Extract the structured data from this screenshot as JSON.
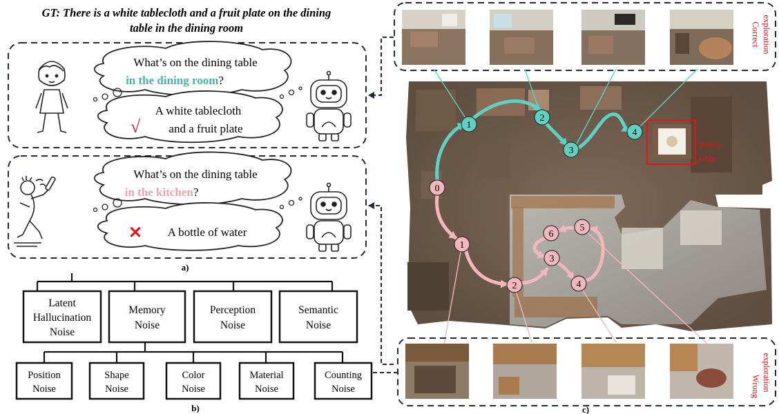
{
  "gt": {
    "line1": "GT: There is a white tablecloth and a fruit plate on the dining",
    "line2": "table in the dining room"
  },
  "panel_a": {
    "label": "a)",
    "top": {
      "q_line1": "What’s on the dining table",
      "q_location": "in the dining room",
      "q_end": "?",
      "a_line1": "A white tablecloth",
      "a_line2": "and a fruit plate",
      "check_mark": "√"
    },
    "bottom": {
      "q_line1": "What’s on the dining table",
      "q_location": "in the kitchen",
      "q_end": "?",
      "answer": "A bottle of water",
      "cross_mark": "✕"
    }
  },
  "panel_b": {
    "label": "b)",
    "top_boxes": [
      {
        "lines": [
          "Latent",
          "Hallucination",
          "Noise"
        ]
      },
      {
        "lines": [
          "Memory",
          "Noise"
        ]
      },
      {
        "lines": [
          "Perception",
          "Noise"
        ]
      },
      {
        "lines": [
          "Semantic",
          "Noise"
        ]
      }
    ],
    "bottom_boxes": [
      {
        "lines": [
          "Position",
          "Noise"
        ]
      },
      {
        "lines": [
          "Shape",
          "Noise"
        ]
      },
      {
        "lines": [
          "Color",
          "Noise"
        ]
      },
      {
        "lines": [
          "Material",
          "Noise"
        ]
      },
      {
        "lines": [
          "Counting",
          "Noise"
        ]
      }
    ]
  },
  "panel_c": {
    "label": "c)",
    "correct_label": [
      "Correct",
      "exploration"
    ],
    "wrong_label": [
      "Wrong",
      "exploration"
    ],
    "dining_label": [
      "dining",
      "table"
    ],
    "start_node": "0",
    "correct_nodes": [
      "1",
      "2",
      "3",
      "4"
    ],
    "wrong_nodes": [
      "1",
      "2",
      "3",
      "4",
      "5",
      "6"
    ]
  },
  "colors": {
    "teal": "#5ed1c3",
    "teal_text": "#4bb3a6",
    "pink": "#f2b6bd",
    "pink_text": "#eea4ac",
    "red": "#e8121c",
    "dash": "#1f2a3a"
  },
  "icons": [
    "boy-icon",
    "robot-icon",
    "drunk-man-icon",
    "check-icon",
    "cross-icon"
  ]
}
